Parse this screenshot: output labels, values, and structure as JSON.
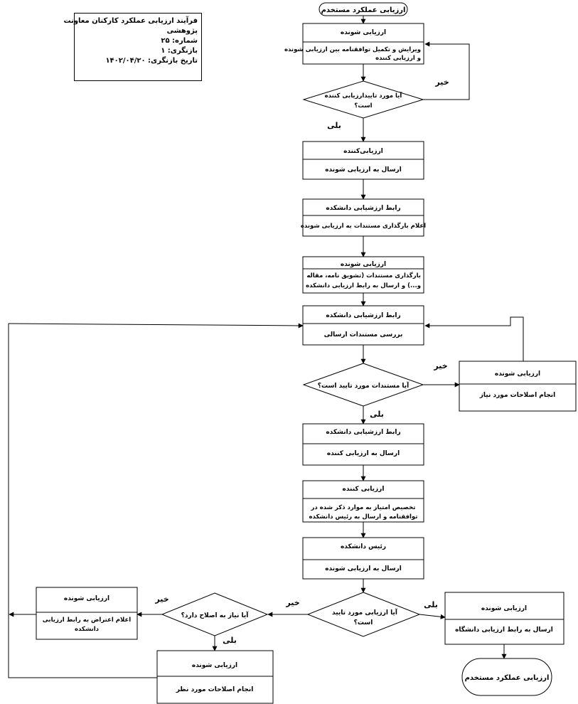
{
  "info": {
    "title_line1": "فرآیند ارزیابی عملکرد کارکنان معاونت",
    "title_line2": "پژوهشی",
    "number": "شماره: ۲۵",
    "revision": "بازنگری: ۱",
    "revision_date": "تاریخ بازنگری: ۱۴۰۲/۰۴/۲۰"
  },
  "nodes": {
    "start": "ارزیابی عملکرد مستخدم",
    "b1_role": "ارزیابی شونده",
    "b1_task_l1": "ویرایش و تکمیل توافقنامه بین ارزیابی شونده",
    "b1_task_l2": "و ارزیابی کننده",
    "d1_l1": "آیا مورد تاییدارزیابی کننده",
    "d1_l2": "است؟",
    "b2_role": "ارزیابی‌کننده",
    "b2_task": "ارسال به ارزیابی شونده",
    "b3_role": "رابط ارزشیابی دانشکده",
    "b3_task": "اعلام بارگذاری مستندات به ارزیابی شونده",
    "b4_role": "ارزیابی شونده",
    "b4_task_l1": "بارگذاری مستندات (تشویق نامه، مقاله",
    "b4_task_l2": "و...) و ارسال به رابط ارزیابی دانشکده",
    "b5_role": "رابط ارزشیابی دانشکده",
    "b5_task": "بررسی مستندات ارسالی",
    "d2": "آیا مستندات مورد تایید است؟",
    "b6_role": "ارزیابی شونده",
    "b6_task": "انجام اصلاحات مورد نیاز",
    "b7_role": "رابط ارزشیابی دانشکده",
    "b7_task": "ارسال به ارزیابی کننده",
    "b8_role": "ارزیابی کننده",
    "b8_task_l1": "تخصیص امتیاز به موارد ذکر شده در",
    "b8_task_l2": "توافقنامه و ارسال به رئیس دانشکده",
    "b9_role": "رئیس دانشکده",
    "b9_task": "ارسال به ارزیابی شونده",
    "d3_l1": "آیا ارزیابی مورد تایید",
    "d3_l2": "است؟",
    "b10_role": "ارزیابی شونده",
    "b10_task": "ارسال به رابط ارزیابی دانشگاه",
    "end": "ارزیابی عملکرد مستخدم",
    "d4": "آیا نیاز به اصلاح دارد؟",
    "b11_role": "ارزیابی شونده",
    "b11_task_l1": "اعلام اعتراض به رابط ارزیابی",
    "b11_task_l2": "دانشکده",
    "b12_role": "ارزیابی شونده",
    "b12_task": "انجام اصلاحات مورد نظر"
  },
  "labels": {
    "no": "خیر",
    "yes": "بلی"
  }
}
